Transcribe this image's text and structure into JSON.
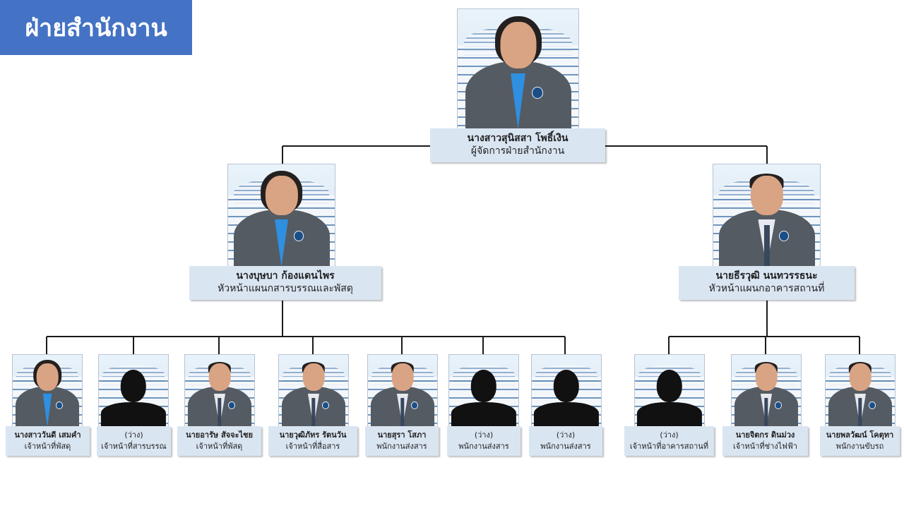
{
  "header": {
    "title": "ฝ่ายสำนักงาน"
  },
  "colors": {
    "title_bg": "#4472c4",
    "label_bg": "#dae5f2",
    "line": "#1a1a1a"
  },
  "manager": {
    "name": "นางสาวสุนิสสา โพธิ์เงิน",
    "position": "ผู้จัดการฝ่ายสำนักงาน"
  },
  "heads": [
    {
      "name": "นางบุษบา ก้องแดนไพร",
      "position": "หัวหน้าแผนกสารบรรณและพัสดุ"
    },
    {
      "name": "นายธีรวุฒิ นนทวรรธนะ",
      "position": "หัวหน้าแผนกอาคารสถานที่"
    }
  ],
  "staff_left": [
    {
      "name": "นางสาววันดี เสมคำ",
      "position": "เจ้าหน้าที่พัสดุ"
    },
    {
      "name": "(ว่าง)",
      "position": "เจ้าหน้าที่สารบรรณ"
    },
    {
      "name": "นายอารัษ สัจจะไชย",
      "position": "เจ้าหน้าที่พัสดุ"
    },
    {
      "name": "นายวุฒิภัทร รัตนวัน",
      "position": "เจ้าหน้าที่สื่อสาร"
    },
    {
      "name": "นายสุรา โสภา",
      "position": "พนักงานส่งสาร"
    },
    {
      "name": "(ว่าง)",
      "position": "พนักงานส่งสาร"
    },
    {
      "name": "(ว่าง)",
      "position": "พนักงานส่งสาร"
    }
  ],
  "staff_right": [
    {
      "name": "(ว่าง)",
      "position": "เจ้าหน้าที่อาคารสถานที่"
    },
    {
      "name": "นายจิตกร ดินม่วง",
      "position": "เจ้าหน้าที่ช่างไฟฟ้า"
    },
    {
      "name": "นายพลวัฒน์ โคตุทา",
      "position": "พนักงานขับรถ"
    }
  ]
}
